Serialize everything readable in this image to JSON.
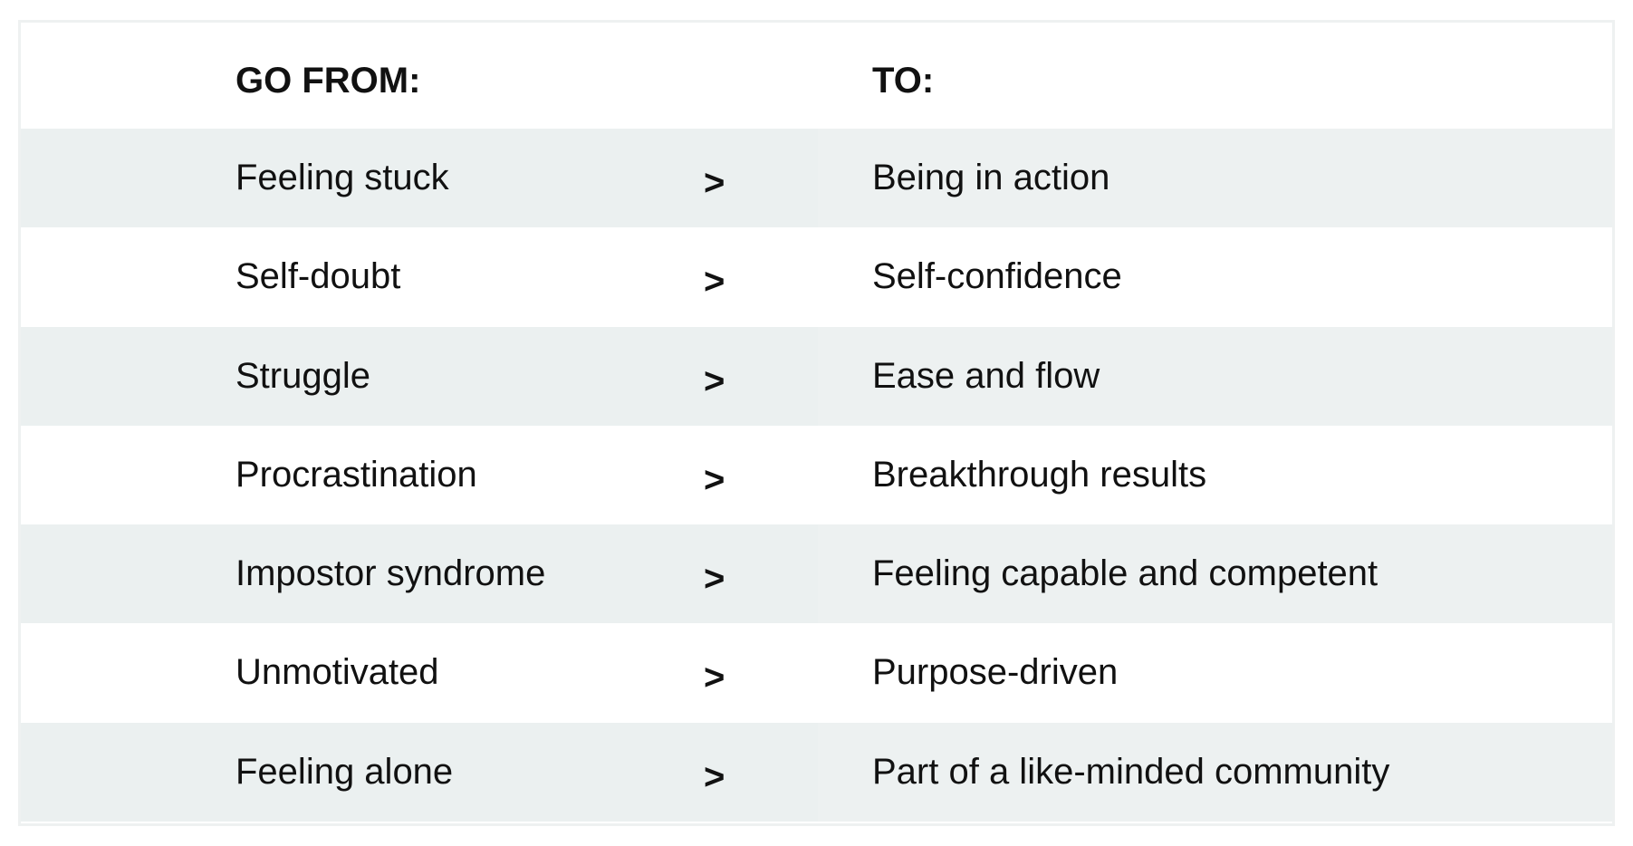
{
  "header": {
    "from_label": "GO FROM:",
    "to_label": "TO:"
  },
  "separator": ">",
  "rows": [
    {
      "from": "Feeling stuck",
      "to": "Being in action"
    },
    {
      "from": "Self-doubt",
      "to": "Self-confidence"
    },
    {
      "from": "Struggle",
      "to": "Ease and flow"
    },
    {
      "from": "Procrastination",
      "to": "Breakthrough results"
    },
    {
      "from": "Impostor syndrome",
      "to": "Feeling capable and competent"
    },
    {
      "from": "Unmotivated",
      "to": "Purpose-driven"
    },
    {
      "from": "Feeling alone",
      "to": "Part of a like-minded community"
    }
  ],
  "colors": {
    "shaded_row": "#ebf0f0",
    "plain_row": "#ffffff",
    "border": "#eef1f1",
    "text": "#111111"
  }
}
